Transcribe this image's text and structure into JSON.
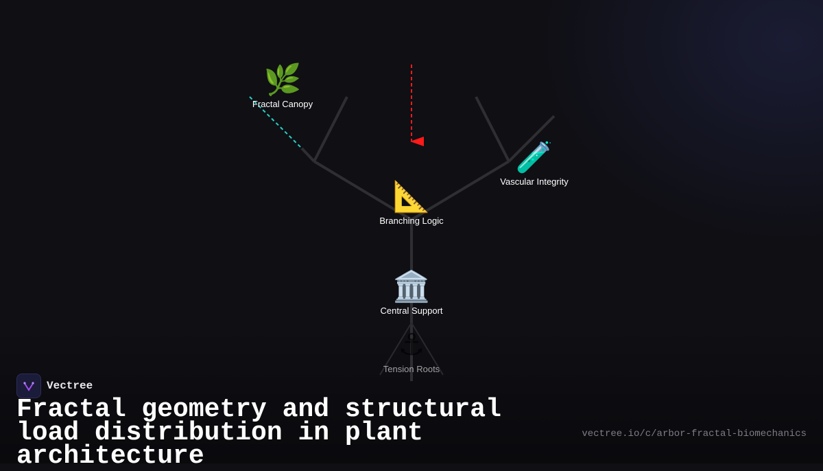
{
  "diagram": {
    "nodes": [
      {
        "id": "fractal_canopy",
        "label": "Fractal Canopy",
        "icon": "herb-icon",
        "glyph": "🌿"
      },
      {
        "id": "vascular_integrity",
        "label": "Vascular Integrity",
        "icon": "test-tube-icon",
        "glyph": "🧪"
      },
      {
        "id": "branching_logic",
        "label": "Branching Logic",
        "icon": "triangular-ruler-icon",
        "glyph": "📐"
      },
      {
        "id": "central_support",
        "label": "Central Support",
        "icon": "classical-building-icon",
        "glyph": "🏛️"
      },
      {
        "id": "tension_roots",
        "label": "Tension Roots",
        "icon": "anchor-icon",
        "glyph": "⚓"
      }
    ],
    "colors": {
      "branch": "#2f2f33",
      "load_arrow": "#ff1a1a",
      "dashed_guide": "#22d3c5"
    }
  },
  "brand": {
    "name": "Vectree",
    "logo_icon": "vectree-logo-icon"
  },
  "headline": "Fractal geometry and structural load distribution in plant architecture",
  "url": "vectree.io/c/arbor-fractal-biomechanics"
}
